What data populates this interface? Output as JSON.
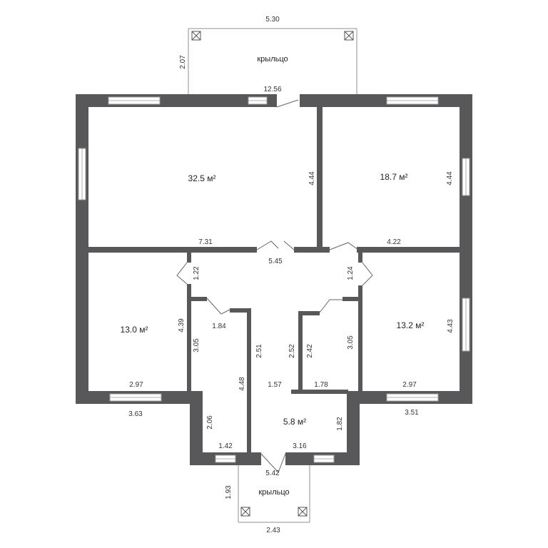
{
  "colors": {
    "wall": "#58585a",
    "window": "#d9d9d9",
    "line": "#9a9a9a",
    "porch_line": "#b5b5b5"
  },
  "porches": {
    "top_label": "крыльцо",
    "bottom_label": "крыльцо"
  },
  "rooms": {
    "living": "32.5 м²",
    "bedroom_right": "18.7 м²",
    "bedroom_left": "13.0 м²",
    "bedroom_lower_right": "13.2 м²",
    "entry": "5.8 м²"
  },
  "dims": {
    "top_porch_width": "5.30",
    "top_porch_depth": "2.07",
    "top_wall_length": "12.56",
    "living_height": "4.44",
    "right_room_height": "4.44",
    "living_width": "7.31",
    "hall_width_top": "5.45",
    "right_room_width": "4.22",
    "left_door_width": "1.22",
    "right_door_width": "1.24",
    "left_room_height": "4.39",
    "left_corridor_depth": "1.84",
    "left_corridor_height": "3.05",
    "corridor_a_height": "2.51",
    "corridor_b_height": "2.52",
    "closet_height": "2.42",
    "right_corridor_height": "3.05",
    "right_lower_height": "4.43",
    "hall_length": "4.48",
    "left_room_width": "2.97",
    "hall_width_mid": "1.57",
    "closet_width": "1.78",
    "right_lower_width": "2.97",
    "left_outer_width": "3.63",
    "right_outer_width": "3.51",
    "left_nook_height": "2.06",
    "entry_height": "1.82",
    "left_nook_width": "1.42",
    "entry_width": "3.16",
    "bottom_wall": "5.42",
    "bottom_porch_depth": "1.93",
    "bottom_porch_width": "2.43"
  }
}
